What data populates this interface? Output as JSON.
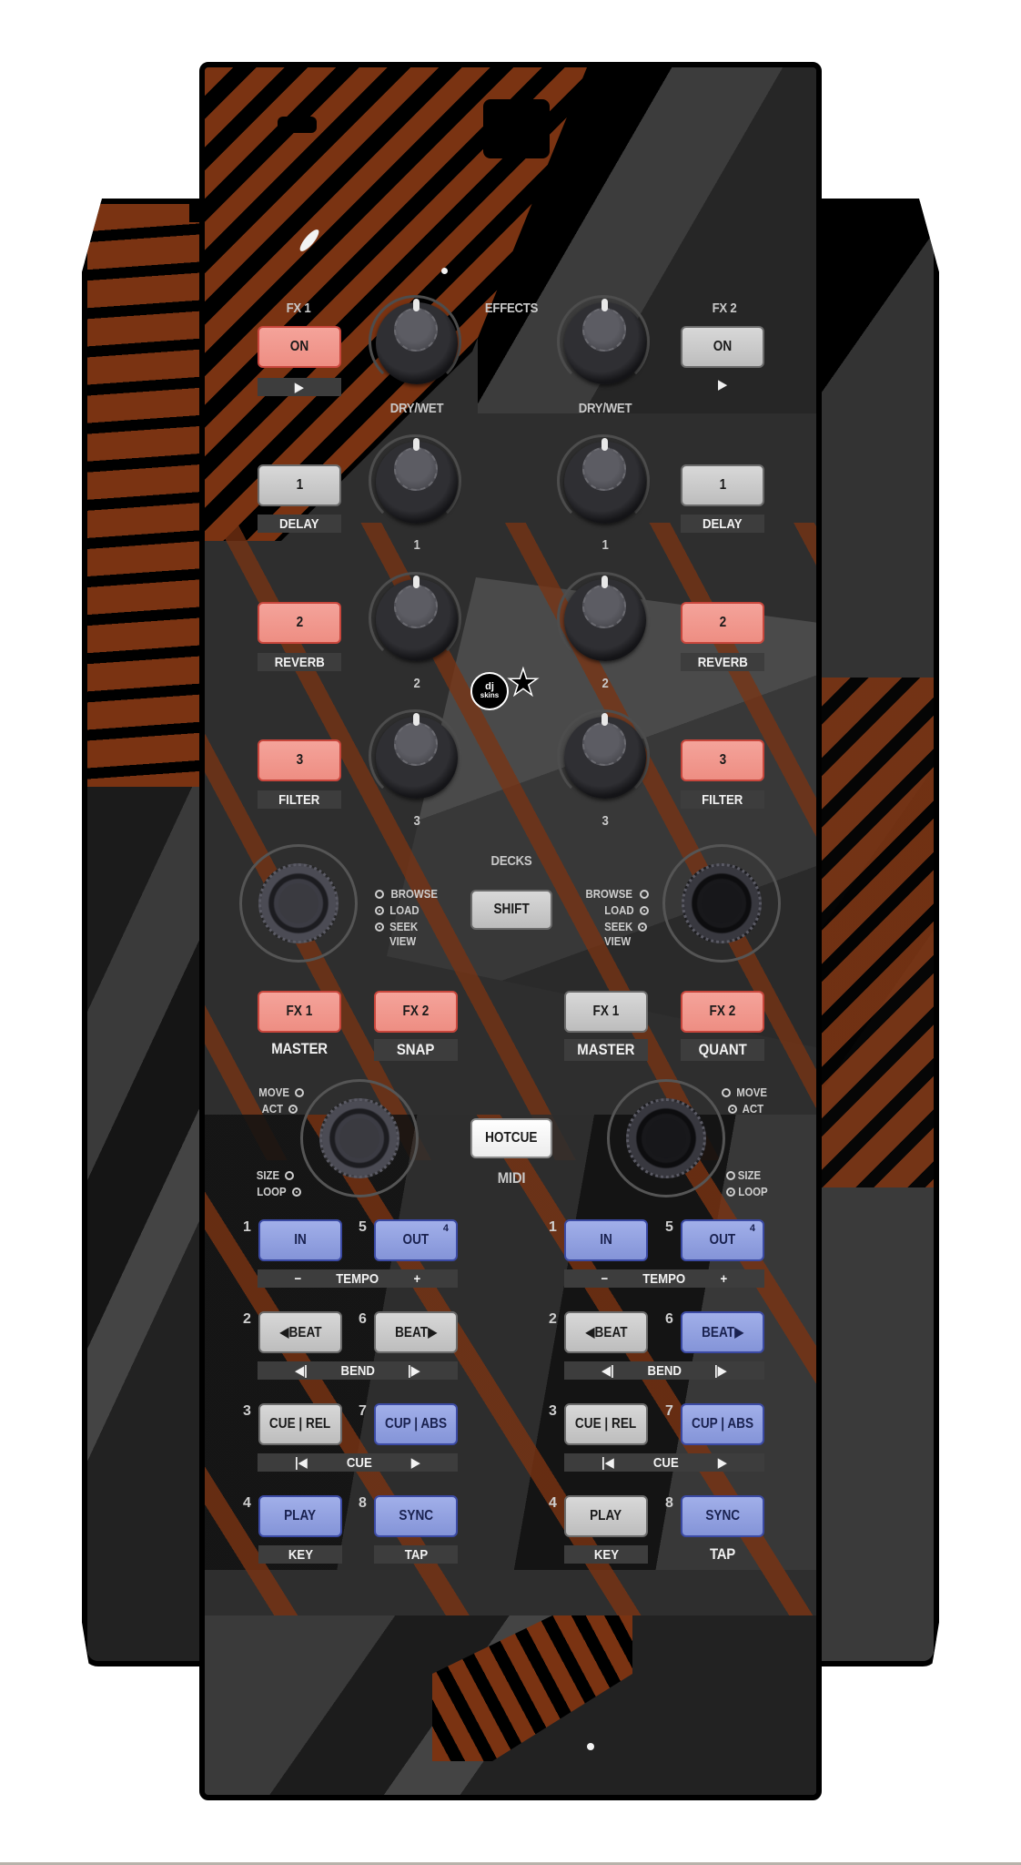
{
  "device": {
    "name": "DJ controller skin (Traktor Kontrol X1)",
    "brand_logo": {
      "top": "dj",
      "bottom": "skins"
    },
    "colors": {
      "orange": "#7a3312",
      "red_button": "#ee8e83",
      "blue_button": "#8494d8",
      "grey_button": "#c8c8c8",
      "label_bar": "#3d3d3d"
    }
  },
  "effects": {
    "title": "EFFECTS",
    "fx1": {
      "label": "FX 1",
      "on_button": "ON",
      "arrow": "▶",
      "knob_label": "DRY/WET"
    },
    "fx2": {
      "label": "FX 2",
      "on_button": "ON",
      "arrow": "▶",
      "knob_label": "DRY/WET"
    },
    "slots": [
      {
        "button": "1",
        "label": "DELAY",
        "knob_number": "1"
      },
      {
        "button": "2",
        "label": "REVERB",
        "knob_number": "2"
      },
      {
        "button": "3",
        "label": "FILTER",
        "knob_number": "3"
      }
    ]
  },
  "decks": {
    "title": "DECKS",
    "shift_button": "SHIFT",
    "browse_options": [
      {
        "label": "BROWSE",
        "active": false
      },
      {
        "label": "LOAD",
        "active": true
      },
      {
        "label": "SEEK",
        "active": true
      },
      {
        "label": "VIEW",
        "active": false
      }
    ],
    "left": {
      "fx1_button": "FX 1",
      "fx1_label": "MASTER",
      "fx2_button": "FX 2",
      "fx2_label": "SNAP"
    },
    "right": {
      "fx1_button": "FX 1",
      "fx1_label": "MASTER",
      "fx2_button": "FX 2",
      "fx2_label": "QUANT"
    }
  },
  "hotcue": {
    "button": "HOTCUE",
    "label": "MIDI",
    "loop_options_top": [
      {
        "label": "MOVE",
        "active": false
      },
      {
        "label": "ACT",
        "active": true
      }
    ],
    "loop_options_bottom": [
      {
        "label": "SIZE",
        "active": false
      },
      {
        "label": "LOOP",
        "active": true
      }
    ]
  },
  "transport": {
    "left": {
      "rows": [
        {
          "n1": "1",
          "b1": "IN",
          "n2": "5",
          "b2": "OUT",
          "corner": "4",
          "bar": [
            "−",
            "TEMPO",
            "+"
          ]
        },
        {
          "n1": "2",
          "b1": "◀BEAT",
          "n2": "6",
          "b2": "BEAT▶",
          "bar": [
            "◀|",
            "BEND",
            "|▶"
          ]
        },
        {
          "n1": "3",
          "b1": "CUE | REL",
          "n2": "7",
          "b2": "CUP | ABS",
          "bar": [
            "|◀",
            "CUE",
            "▶"
          ]
        },
        {
          "n1": "4",
          "b1": "PLAY",
          "n2": "8",
          "b2": "SYNC",
          "sub1": "KEY",
          "sub2": "TAP"
        }
      ]
    },
    "right": {
      "rows": [
        {
          "n1": "1",
          "b1": "IN",
          "n2": "5",
          "b2": "OUT",
          "corner": "4",
          "bar": [
            "−",
            "TEMPO",
            "+"
          ]
        },
        {
          "n1": "2",
          "b1": "◀BEAT",
          "n2": "6",
          "b2": "BEAT▶",
          "bar": [
            "◀|",
            "BEND",
            "|▶"
          ]
        },
        {
          "n1": "3",
          "b1": "CUE | REL",
          "n2": "7",
          "b2": "CUP | ABS",
          "bar": [
            "|◀",
            "CUE",
            "▶"
          ]
        },
        {
          "n1": "4",
          "b1": "PLAY",
          "n2": "8",
          "b2": "SYNC",
          "sub1": "KEY",
          "sub2": "TAP"
        }
      ]
    }
  }
}
